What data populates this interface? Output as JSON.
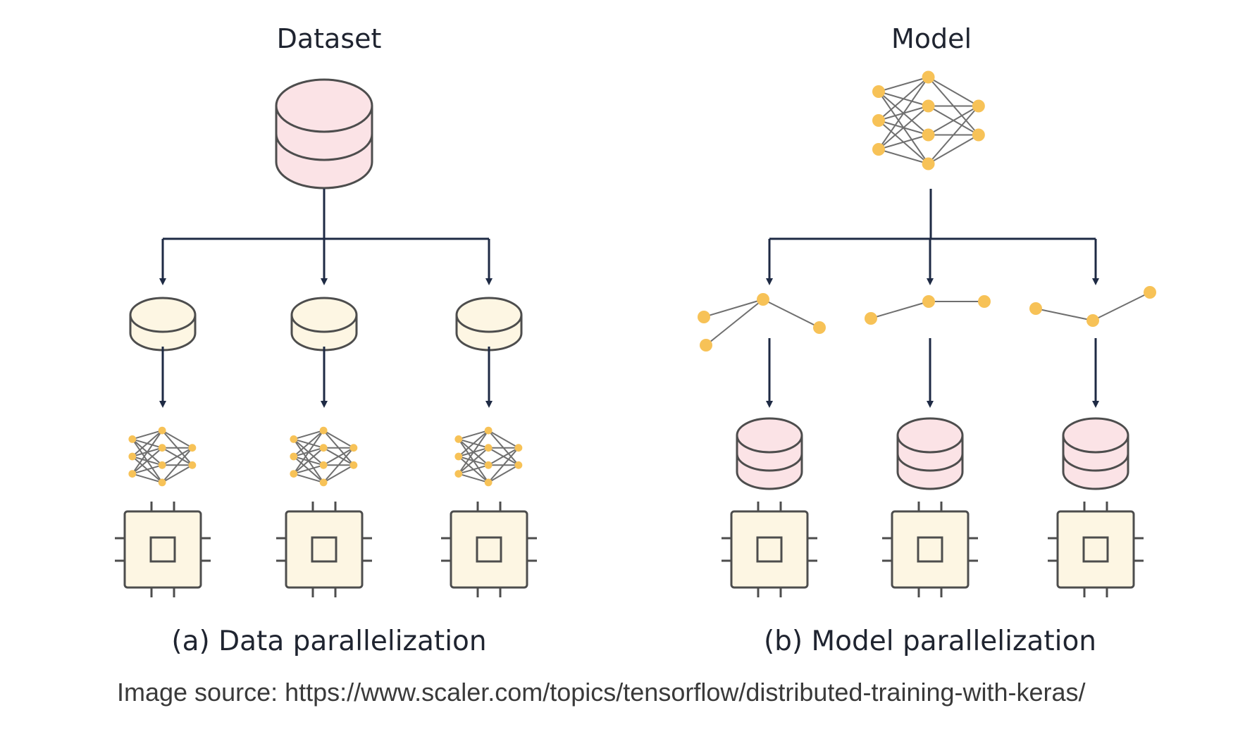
{
  "panels": {
    "data": {
      "title": "Dataset",
      "caption": "(a) Data parallelization"
    },
    "model": {
      "title": "Model",
      "caption": "(b) Model parallelization"
    }
  },
  "source_text": "Image source: https://www.scaler.com/topics/tensorflow/distributed-training-with-keras/",
  "colors": {
    "node": "#f7c257",
    "db_pink": "#fbe3e6",
    "db_cream": "#fdf6e3",
    "arrow": "#1e2a44",
    "outline": "#4d4d4d"
  },
  "icons": {
    "dataset": "database-icon",
    "shard": "data-shard-icon",
    "network": "neural-network-icon",
    "processor": "processor-chip-icon",
    "model_part": "model-fragment-icon"
  }
}
